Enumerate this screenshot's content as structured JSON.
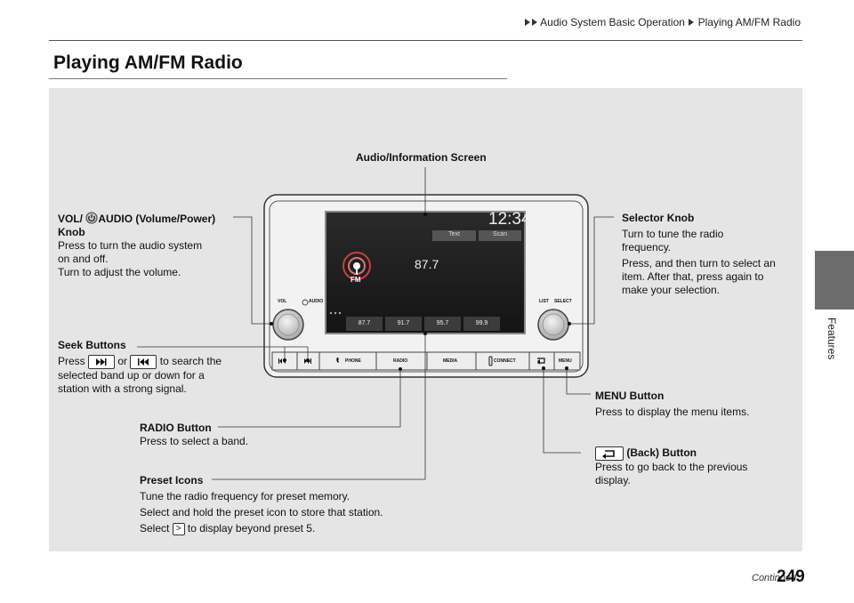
{
  "breadcrumb": {
    "level1": "Audio System Basic Operation",
    "level2": "Playing AM/FM Radio"
  },
  "page_title": "Playing AM/FM Radio",
  "side_tab": "Features",
  "footer": {
    "continued": "Continued",
    "page_number": "249"
  },
  "callouts": {
    "screen": {
      "title": "Audio/Information Screen"
    },
    "vol": {
      "title_a": "VOL/",
      "title_b": "AUDIO (Volume/Power)",
      "title_c": "Knob",
      "line1": "Press to turn the audio system",
      "line2": "on and off.",
      "line3": "Turn to adjust the volume."
    },
    "seek": {
      "title": "Seek Buttons",
      "p1": "Press",
      "p2": "or",
      "p3": "to search the",
      "line2": "selected band up or down for a",
      "line3": "station with a strong signal."
    },
    "radio": {
      "title": "RADIO Button",
      "line1": "Press to select a band."
    },
    "preset": {
      "title": "Preset Icons",
      "line1": "Tune the radio frequency for preset memory.",
      "line2": "Select and hold the preset icon to store that station.",
      "line3_a": "Select",
      "line3_b": "to display beyond preset 5.",
      "arrow": ">"
    },
    "selector": {
      "title": "Selector Knob",
      "line1": "Turn to tune the radio",
      "line2": "frequency.",
      "line3": "Press, and then turn to select an",
      "line4": "item. After that, press again to",
      "line5": "make your selection."
    },
    "menu": {
      "title": "MENU Button",
      "line1": "Press to display the menu items."
    },
    "back": {
      "title": "(Back) Button",
      "line1": "Press to go back to the previous",
      "line2": "display."
    }
  },
  "unit": {
    "vol_label": "VOL",
    "audio_label": "AUDIO",
    "list_label": "LIST",
    "select_label": "SELECT",
    "clock": "12:34",
    "tabs": [
      "Text",
      "Scan"
    ],
    "station": "87.7",
    "band": "FM",
    "presets": [
      "87.7",
      "91.7",
      "95.7",
      "99.9"
    ],
    "buttons": {
      "phone": "PHONE",
      "radio": "RADIO",
      "media": "MEDIA",
      "connect": "CONNECT",
      "menu": "MENU"
    }
  }
}
